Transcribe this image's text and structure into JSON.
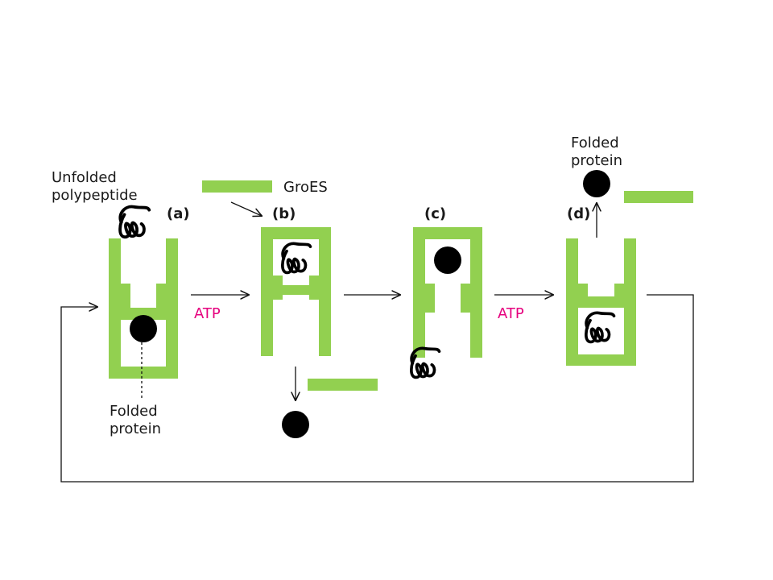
{
  "labels": {
    "unfolded_line1": "Unfolded",
    "unfolded_line2": "polypeptide",
    "groes": "GroES",
    "folded_a_line1": "Folded",
    "folded_a_line2": "protein",
    "folded_d_line1": "Folded",
    "folded_d_line2": "protein"
  },
  "stages": {
    "a": "(a)",
    "b": "(b)",
    "c": "(c)",
    "d": "(d)"
  },
  "atp": {
    "first": "ATP",
    "second": "ATP"
  },
  "colors": {
    "chaperonin": "#92d050",
    "atp_text": "#e6007e",
    "protein": "#000000"
  }
}
